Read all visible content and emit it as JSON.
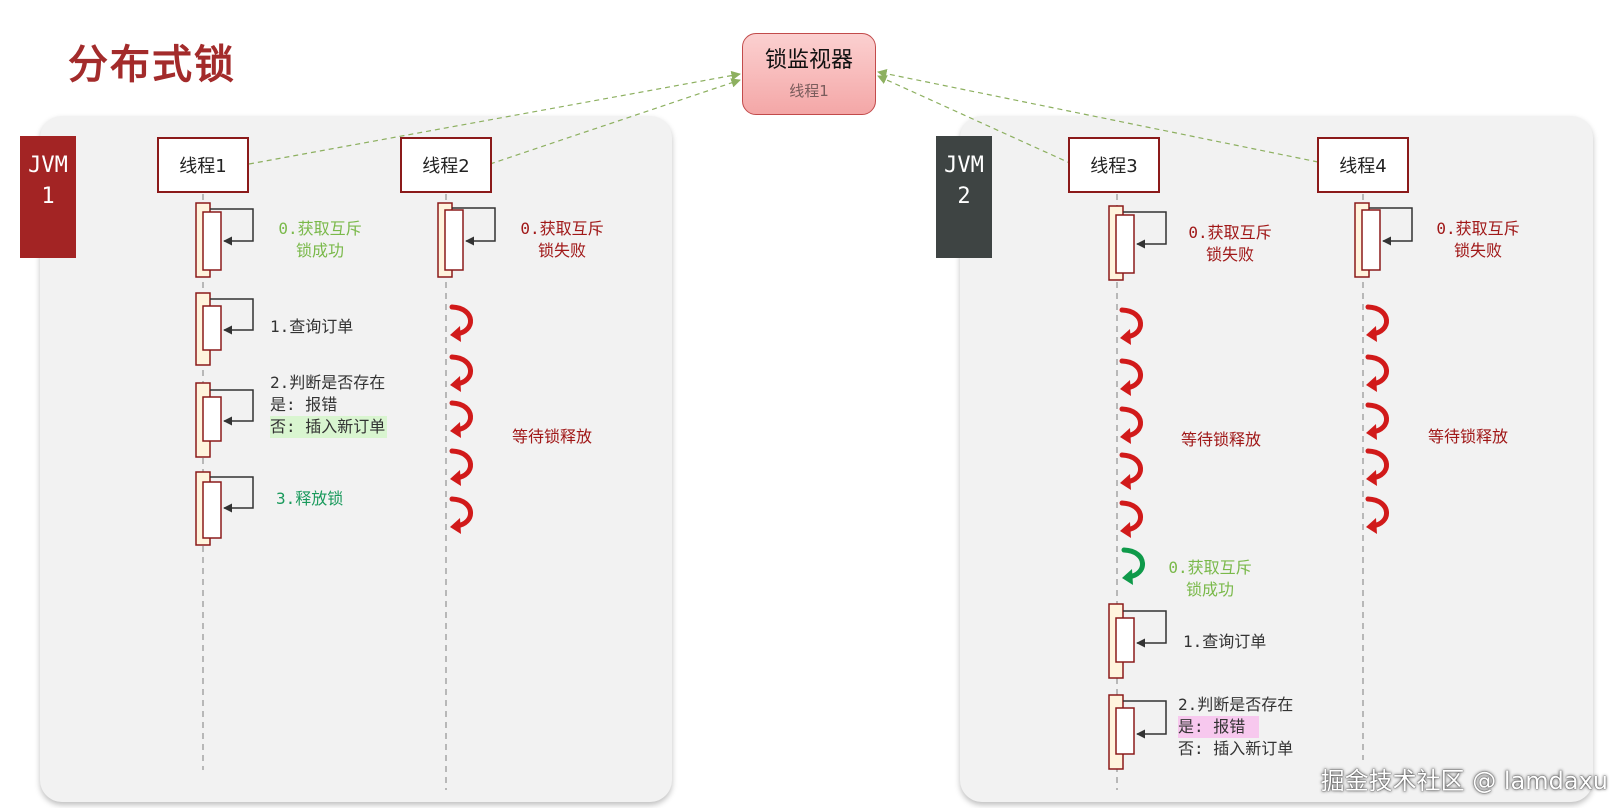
{
  "title": "分布式锁",
  "monitor": {
    "label": "锁监视器",
    "sub": "线程1"
  },
  "jvm1": {
    "line1": "JVM",
    "line2": "1"
  },
  "jvm2": {
    "line1": "JVM",
    "line2": "2"
  },
  "threads": [
    "线程1",
    "线程2",
    "线程3",
    "线程4"
  ],
  "notes": {
    "t1_acquire_l1": "0.获取互斥",
    "t1_acquire_l2": "锁成功",
    "t1_query": "1.查询订单",
    "t1_judge": "2.判断是否存在",
    "t1_yes": "是: 报错",
    "t1_no": "否: 插入新订单",
    "t1_release": "3.释放锁",
    "t2_fail_l1": "0.获取互斥",
    "t2_fail_l2": "锁失败",
    "t2_wait": "等待锁释放",
    "t3_fail_l1": "0.获取互斥",
    "t3_fail_l2": "锁失败",
    "t3_wait": "等待锁释放",
    "t3_success_l1": "0.获取互斥",
    "t3_success_l2": "锁成功",
    "t3_query": "1.查询订单",
    "t3_judge": "2.判断是否存在",
    "t3_yes": "是: 报错",
    "t3_no": "否: 插入新订单",
    "t4_fail_l1": "0.获取互斥",
    "t4_fail_l2": "锁失败",
    "t4_wait": "等待锁释放"
  },
  "watermark": "掘金技术社区 @ lamdaxu",
  "colors": {
    "accent_red": "#a32b2b",
    "jvm1_bg": "#a32424",
    "jvm2_bg": "#3e4443",
    "success_green": "#7ab94a",
    "arrow_red": "#d11a1a",
    "arrow_green": "#0f9a4a"
  }
}
